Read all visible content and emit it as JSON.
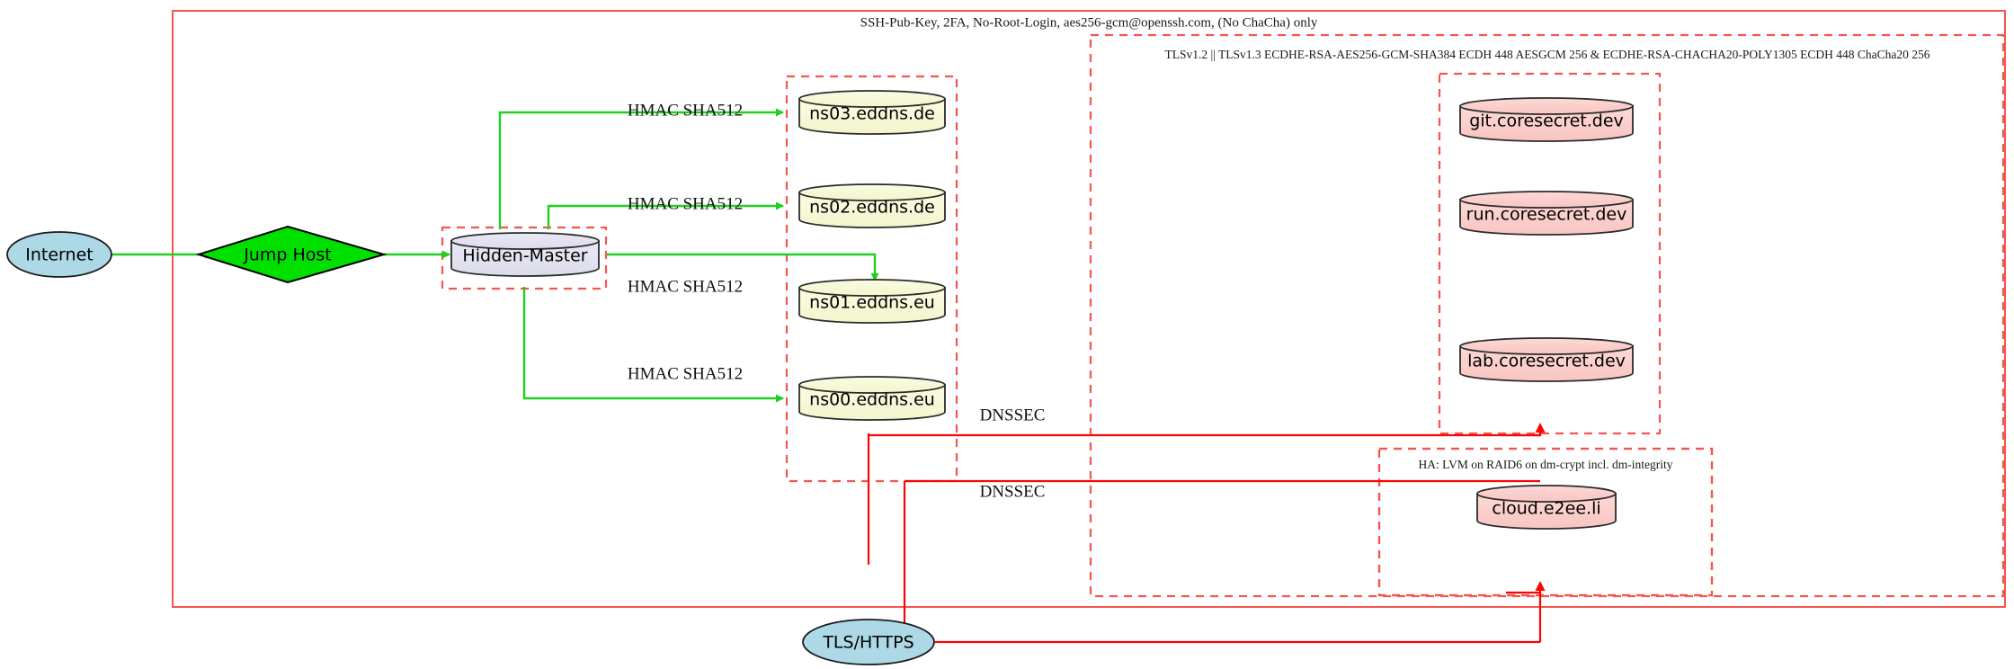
{
  "diagram": {
    "title_top": "SSH-Pub-Key, 2FA, No-Root-Login, aes256-gcm@openssh.com, (No ChaCha) only",
    "cluster_tls_label": "TLSv1.2 || TLSv1.3 ECDHE-RSA-AES256-GCM-SHA384 ECDH 448 AESGCM 256 & ECDHE-RSA-CHACHA20-POLY1305 ECDH 448 ChaCha20 256",
    "cluster_ha_label": "HA: LVM on RAID6 on dm-crypt incl. dm-integrity",
    "colors": {
      "outer_border": "#f4564f",
      "dashed_cluster": "#f4564f",
      "green_edge": "#20d020",
      "red_edge": "#fb0505",
      "internet_fill": "#add8e6",
      "jumphost_fill": "#00e000",
      "hidden_master_fill": "#e2e2f0",
      "ns_fill": "#f8f8d8",
      "coresecret_fill": "#fbcfcc",
      "tls_https_fill": "#add8e6"
    },
    "nodes": {
      "internet": "Internet",
      "jump_host": "Jump Host",
      "hidden_master": "Hidden-Master",
      "ns03": "ns03.eddns.de",
      "ns02": "ns02.eddns.de",
      "ns01": "ns01.eddns.eu",
      "ns00": "ns00.eddns.eu",
      "git": "git.coresecret.dev",
      "run": "run.coresecret.dev",
      "lab": "lab.coresecret.dev",
      "cloud": "cloud.e2ee.li",
      "tls_https": "TLS/HTTPS"
    },
    "edge_labels": {
      "hmac_ns03": "HMAC SHA512",
      "hmac_ns02": "HMAC SHA512",
      "hmac_ns01": "HMAC SHA512",
      "hmac_ns00": "HMAC SHA512",
      "dnssec_upper": "DNSSEC",
      "dnssec_lower": "DNSSEC"
    }
  }
}
